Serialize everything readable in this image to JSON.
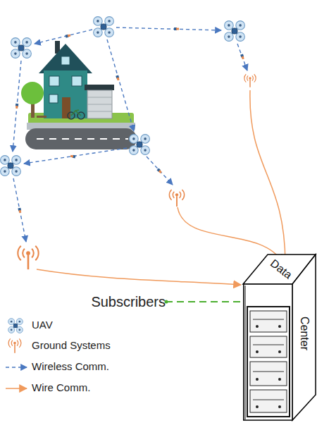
{
  "diagram": {
    "nodes": [
      {
        "text": [
          "Data",
          "Center"
        ]
      },
      {
        "text": [
          "Subscribers"
        ]
      }
    ],
    "edges": [
      {
        "from": 1,
        "to": 0,
        "arrow": "none"
      }
    ],
    "legend": [
      {
        "text": "UAV"
      },
      {
        "text": "Ground Systems"
      },
      {
        "text": "Wireless Comm."
      },
      {
        "text": "Wire Comm."
      }
    ]
  }
}
